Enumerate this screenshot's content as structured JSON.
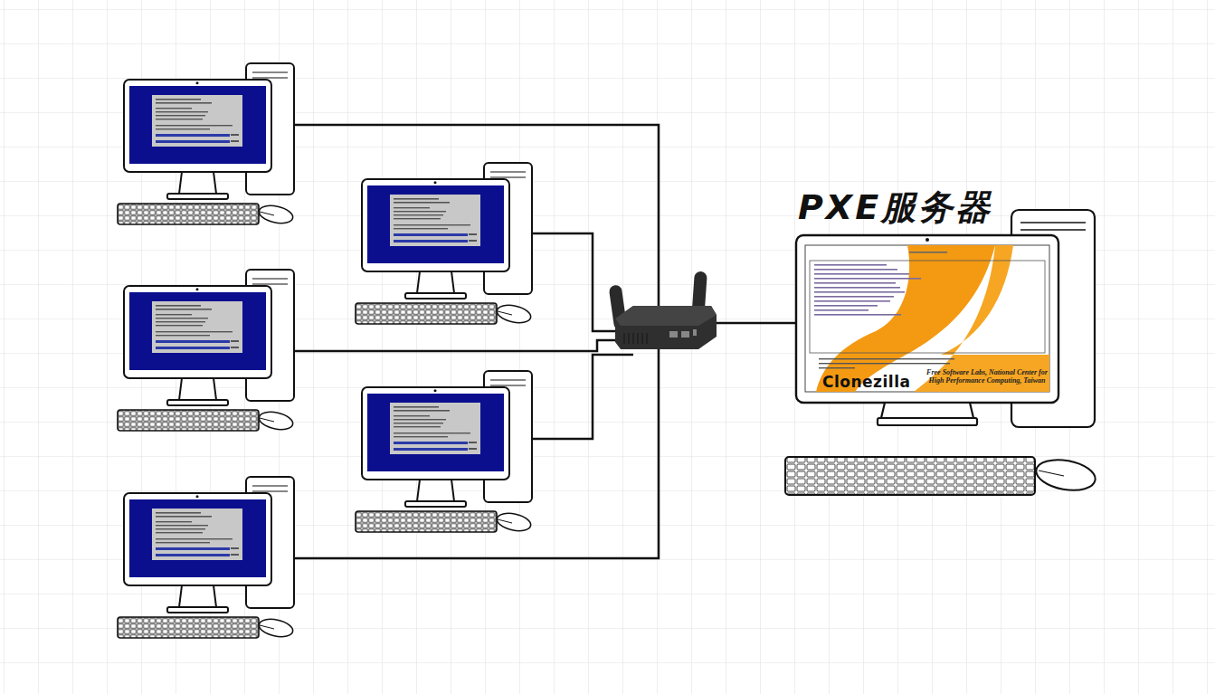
{
  "diagram": {
    "nodes": [
      {
        "text": [
          "PXE服务器"
        ]
      }
    ],
    "labels": [
      "Clonezilla",
      "Free Software Labs, National Center for High Performance Computing, Taiwan"
    ]
  }
}
